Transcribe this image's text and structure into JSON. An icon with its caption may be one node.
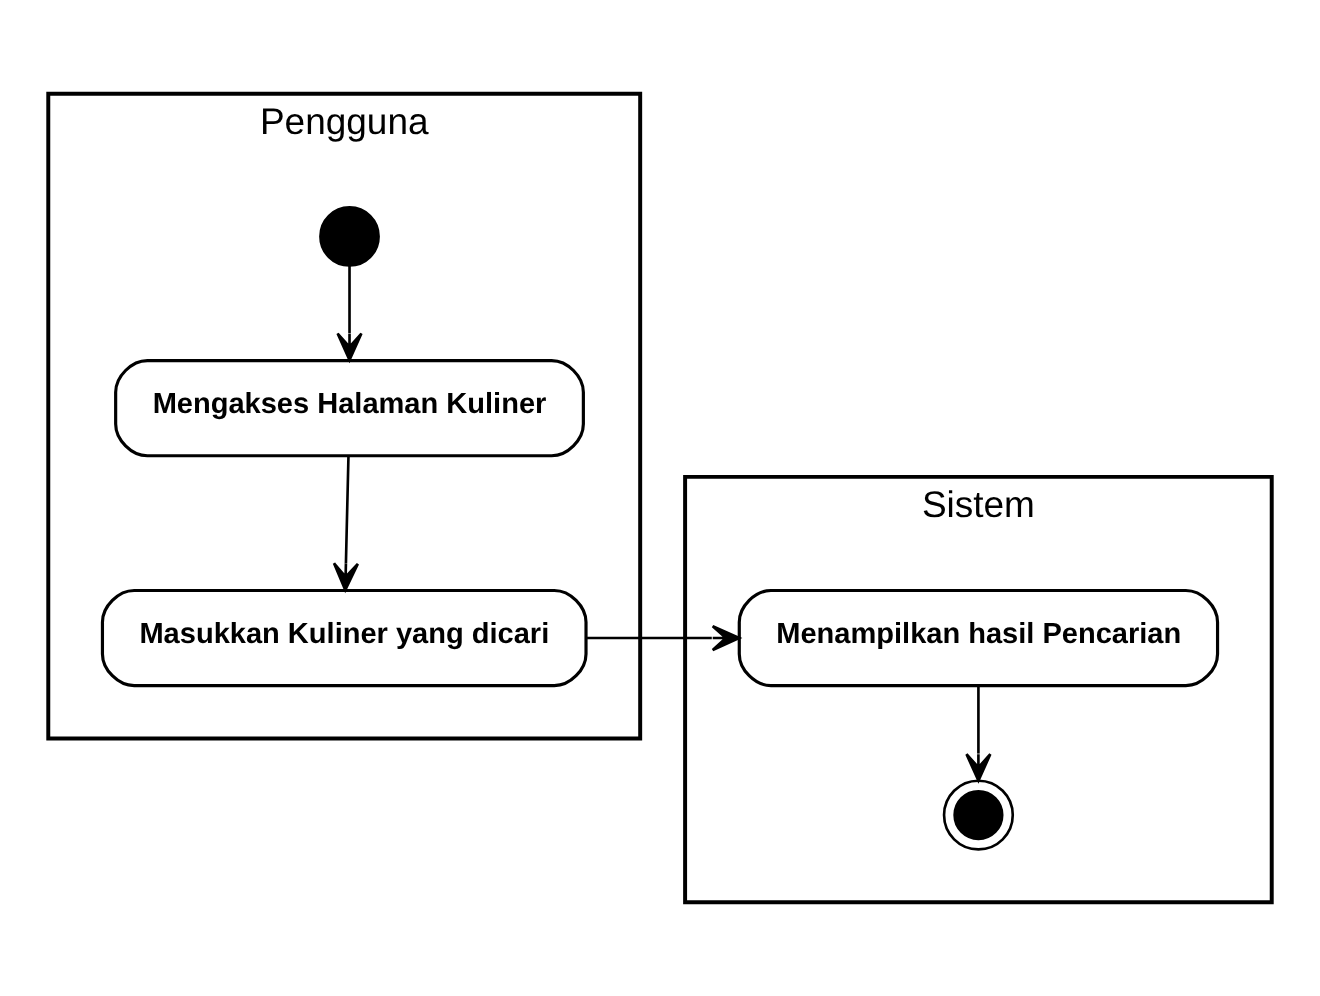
{
  "diagram": {
    "nodes": [
      {
        "text": [
          "Pengguna"
        ]
      },
      {
        "text": [
          "Sistem"
        ]
      },
      {
        "text": [],
        "shape": "circle",
        "in": 0
      },
      {
        "text": [
          "Mengakses Halaman Kuliner"
        ],
        "in": 0
      },
      {
        "text": [
          "Masukkan Kuliner yang dicari"
        ],
        "in": 0
      },
      {
        "text": [
          "Menampilkan hasil Pencarian"
        ],
        "in": 1
      },
      {
        "text": [],
        "shape": "bullseye",
        "in": 1
      }
    ],
    "edges": [
      {
        "from": 2,
        "to": 3,
        "arrow": "to"
      },
      {
        "from": 3,
        "to": 4,
        "arrow": "to"
      },
      {
        "from": 4,
        "to": 5,
        "arrow": "to"
      },
      {
        "from": 5,
        "to": 6,
        "arrow": "to"
      }
    ]
  }
}
